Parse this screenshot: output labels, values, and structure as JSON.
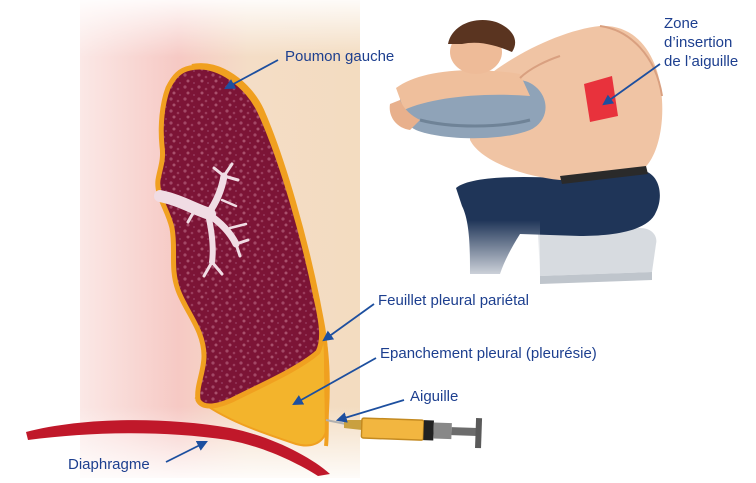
{
  "labels": {
    "lung": "Poumon gauche",
    "parietal_pleura": "Feuillet pleural pariétal",
    "effusion": "Epanchement pleural (pleurésie)",
    "needle": "Aiguille",
    "diaphragm": "Diaphragme",
    "insertion_zone": [
      "Zone",
      "d’insertion",
      "de l’aiguille"
    ]
  },
  "colors": {
    "label_text": "#1d3f8f",
    "arrow": "#1d4f9f",
    "lung_tissue": "#7c1436",
    "lung_outline": "#f0a020",
    "effusion_fluid": "#f3b42c",
    "chest_wall_pink": "#f6c9c4",
    "chest_wall_beige": "#f3dcc0",
    "diaphragm": "#c0182a",
    "insertion_zone": "#e8323c",
    "skin": "#f0c4a4",
    "hair": "#5a3420",
    "trousers": "#1f3558",
    "pillow": "#8fa3b8",
    "syringe_barrel": "#f2b640",
    "syringe_plunger": "#777777"
  },
  "icons": {
    "patient": "seated-patient-leaning-forward-illustration",
    "syringe": "syringe-icon"
  }
}
